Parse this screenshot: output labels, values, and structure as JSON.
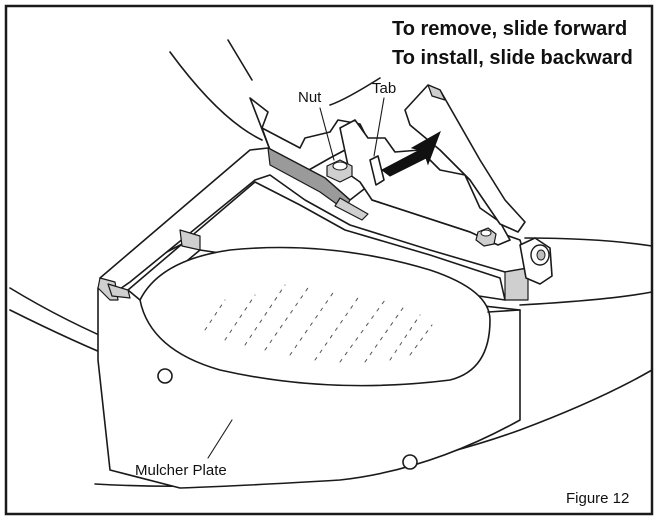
{
  "figure": {
    "instructions": {
      "line1": "To remove, slide forward",
      "line2": "To install, slide backward"
    },
    "labels": {
      "nut": "Nut",
      "tab": "Tab",
      "mulcher_plate": "Mulcher Plate"
    },
    "caption": "Figure 12"
  }
}
